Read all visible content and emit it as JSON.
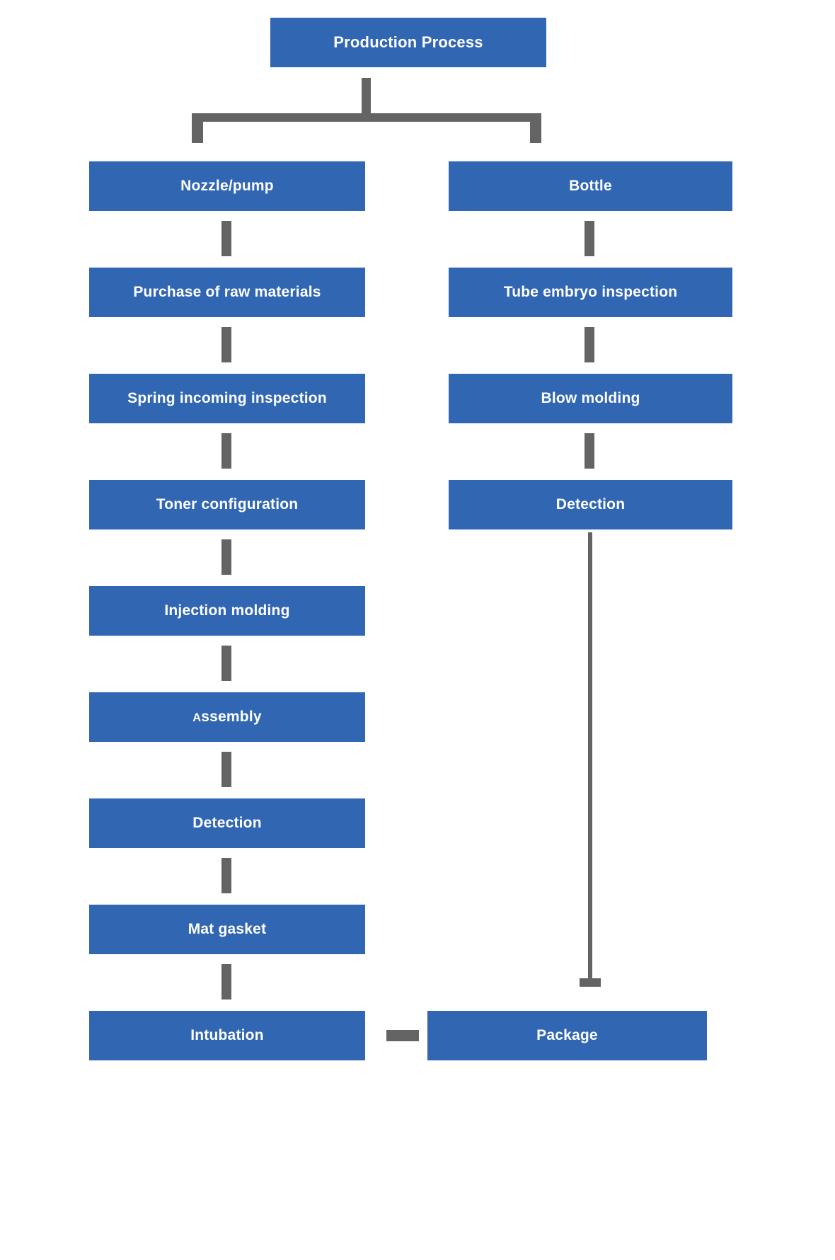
{
  "diagram": {
    "title": "Production Process",
    "type": "flowchart",
    "orientation": "top-down",
    "colors": {
      "node_fill": "#3166b3",
      "node_text": "#ffffff",
      "connector": "#646464",
      "background": "#ffffff"
    },
    "root": {
      "label": "Production Process"
    },
    "branches": [
      {
        "name": "nozzle-pump-branch",
        "header": "Nozzle/pump",
        "steps": [
          "Purchase of raw materials",
          "Spring incoming inspection",
          "Toner configuration",
          "Injection molding",
          "Assembly",
          "Detection",
          "Mat gasket",
          "Intubation"
        ]
      },
      {
        "name": "bottle-branch",
        "header": "Bottle",
        "steps": [
          "Tube embryo inspection",
          "Blow molding",
          "Detection"
        ]
      }
    ],
    "terminal": {
      "label": "Package"
    },
    "assembly_label": {
      "lead": "A",
      "rest": "ssembly"
    }
  }
}
